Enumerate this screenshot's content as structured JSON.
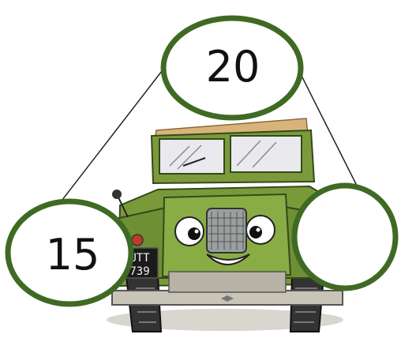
{
  "bond": {
    "whole": "20",
    "part_left": "15",
    "part_right": ""
  },
  "vehicle_plate": {
    "line1": "UTT",
    "line2": "739"
  },
  "colors": {
    "circle_border": "#3f6a24",
    "jeep_body": "#7c9a3c",
    "canopy": "#d8b47a",
    "line": "#222222"
  },
  "icons": [
    "number-bond-diagram",
    "cartoon-jeep-illustration"
  ]
}
